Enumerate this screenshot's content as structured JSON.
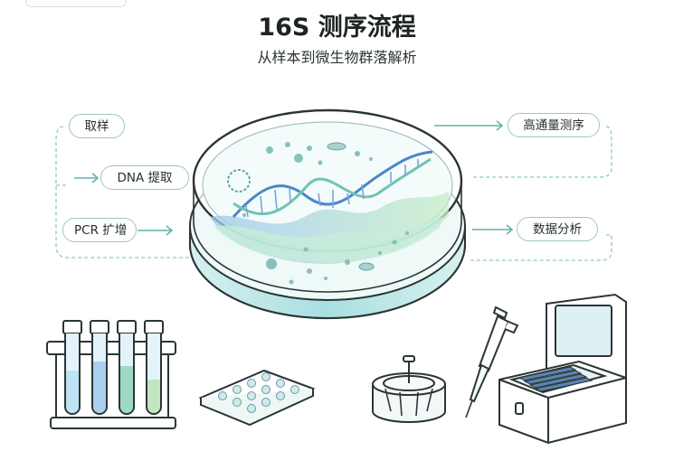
{
  "title": "16S 测序流程",
  "subtitle": "从样本到微生物群落解析",
  "steps": {
    "sampling": "取样",
    "dna_extraction": "DNA 提取",
    "pcr": "PCR 扩增",
    "sequencing": "高通量测序",
    "analysis": "数据分析"
  },
  "colors": {
    "accent": "#5fb3ab",
    "outline": "#2b3535",
    "liquid": "#bfe7e8",
    "dna_blue": "#4b86c9",
    "dna_green": "#8fd08a"
  },
  "icons": [
    "petri-dish-icon",
    "dna-helix-icon",
    "test-tube-rack-icon",
    "well-plate-icon",
    "centrifuge-icon",
    "pipette-icon",
    "sequencer-icon"
  ]
}
